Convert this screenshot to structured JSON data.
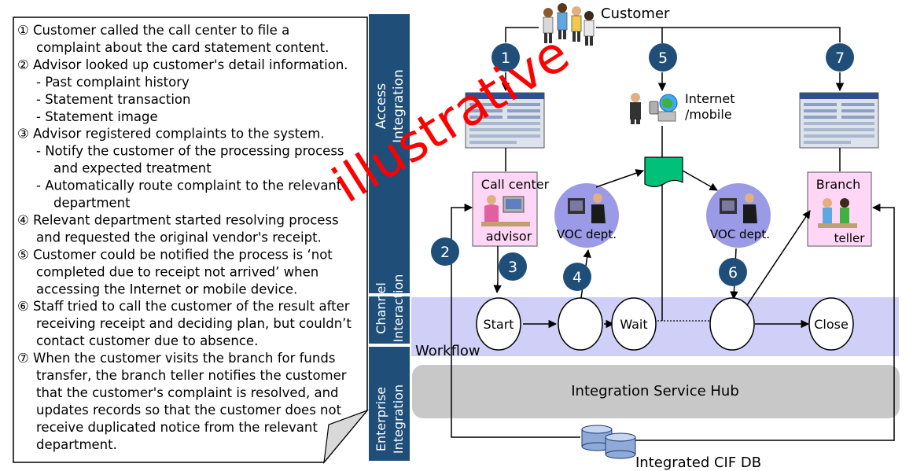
{
  "notes": [
    {
      "lines": [
        "① Customer called the call center to file a",
        "complaint about the card statement content."
      ]
    },
    {
      "lines": [
        "② Advisor looked up customer's detail information."
      ]
    },
    {
      "lines": [
        "-  Past complaint history"
      ]
    },
    {
      "lines": [
        "-  Statement transaction"
      ]
    },
    {
      "lines": [
        "-  Statement image"
      ]
    },
    {
      "lines": [
        "③ Advisor registered complaints to the system."
      ]
    },
    {
      "lines": [
        "-  Notify the customer of the processing process",
        "and expected treatment"
      ]
    },
    {
      "lines": [
        "-  Automatically route complaint to the relevant",
        "department"
      ]
    },
    {
      "lines": [
        "④ Relevant department started resolving process",
        "and requested the original vendor's receipt."
      ]
    },
    {
      "lines": [
        "⑤ Customer could be notified the process is ‘not",
        "completed due to receipt not arrived’ when",
        "accessing the Internet or mobile device."
      ]
    },
    {
      "lines": [
        "⑥ Staff tried to call the customer of the result after",
        "receiving receipt and deciding plan, but couldn’t",
        "contact customer due to absence."
      ]
    },
    {
      "lines": [
        "⑦ When the customer visits the branch for funds",
        "transfer, the branch teller notifies the customer",
        "that the customer's complaint is resolved, and",
        "updates records so that the customer does not",
        "receive duplicated notice from the relevant",
        "department."
      ]
    }
  ],
  "layers": {
    "access": [
      "Access",
      "Integration"
    ],
    "channel": [
      "Channel",
      "Interaction"
    ],
    "enterprise": [
      "Enterprise",
      "Integration"
    ]
  },
  "labels": {
    "customer": "Customer",
    "internet": [
      "Internet",
      "/mobile"
    ],
    "call_center": "Call center",
    "advisor": "advisor",
    "voc_left": "VOC dept.",
    "voc_right": "VOC dept.",
    "branch": "Branch",
    "teller": "teller",
    "workflow": "Workflow",
    "hub": "Integration Service Hub",
    "db": "Integrated CIF DB",
    "watermark": "illustrative"
  },
  "workflow_nodes": [
    "Start",
    "",
    "Wait",
    "",
    "Close"
  ],
  "steps": [
    "1",
    "2",
    "3",
    "4",
    "5",
    "6",
    "7"
  ],
  "colors": {
    "layer_bar": "#1f4e79",
    "step_circle": "#1f4e79",
    "workflow_band": "#cfcff7",
    "hub_fill": "#c8c8c8",
    "pink_box": "#ffd6f5",
    "doc_fill": "#00c07a",
    "voc_circle": "#9a9ae6",
    "watermark": "#ff0000"
  }
}
